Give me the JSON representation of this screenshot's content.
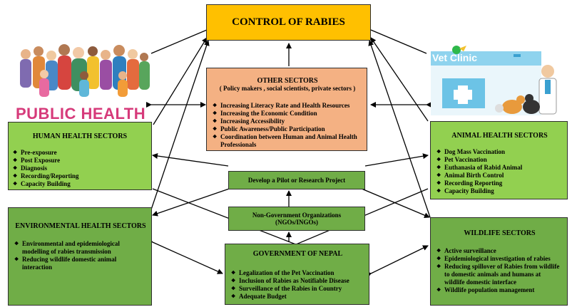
{
  "control": {
    "title": "CONTROL OF RABIES"
  },
  "public_health": {
    "label": "PUBLIC HEALTH"
  },
  "vet_clinic": {
    "sign": "Vet Clinic"
  },
  "other_sectors": {
    "title": "OTHER SECTORS",
    "subtitle": "( Policy makers , social scientists, private sectors )",
    "items": [
      "Increasing Literacy Rate and Health Resources",
      "Increasing the Economic Condition",
      "Increasing Accessibility",
      "Public Awareness/Public Participation",
      "Coordination between Human and Animal Health Professionals"
    ]
  },
  "human_health": {
    "title": "HUMAN HEALTH SECTORS",
    "items": [
      "Pre-exposure",
      "Post Exposure",
      "Diagnosis",
      "Recording/Reporting",
      "Capacity Building"
    ]
  },
  "animal_health": {
    "title": "ANIMAL HEALTH SECTORS",
    "items": [
      "Dog Mass Vaccination",
      "Pet Vaccination",
      "Euthanasia of Rabid Animal",
      "Animal Birth Control",
      "Recording Reporting",
      "Capacity Building"
    ]
  },
  "pilot": {
    "label": "Develop a Pilot or Research Project"
  },
  "ngo": {
    "line1": "Non-Government Organizations",
    "line2": "(NGOs/INGOs)"
  },
  "environmental": {
    "title": "ENVIRONMENTAL HEALTH SECTORS",
    "items": [
      "Environmental and epidemiological modelling of rabies transmission",
      "Reducing wildlife domestic animal interaction"
    ]
  },
  "government": {
    "title": "GOVERNMENT OF NEPAL",
    "items": [
      "Legalization of the Pet Vaccination",
      "Inclusion of Rabies as Notifiable Disease",
      "Surveillance of the Rabies in Country",
      "Adequate Budget"
    ]
  },
  "wildlife": {
    "title": "WILDLIFE SECTORS",
    "items": [
      "Active surveillance",
      "Epidemiological investigation of rabies",
      "Reducing spillover of Rabies from wildlife to domestic animals and humans at wildlife domestic interface",
      "Wildlife population management"
    ]
  },
  "colors": {
    "control": "#ffc000",
    "other": "#f4b183",
    "bright_green": "#92d050",
    "mid_green": "#70ad47"
  }
}
